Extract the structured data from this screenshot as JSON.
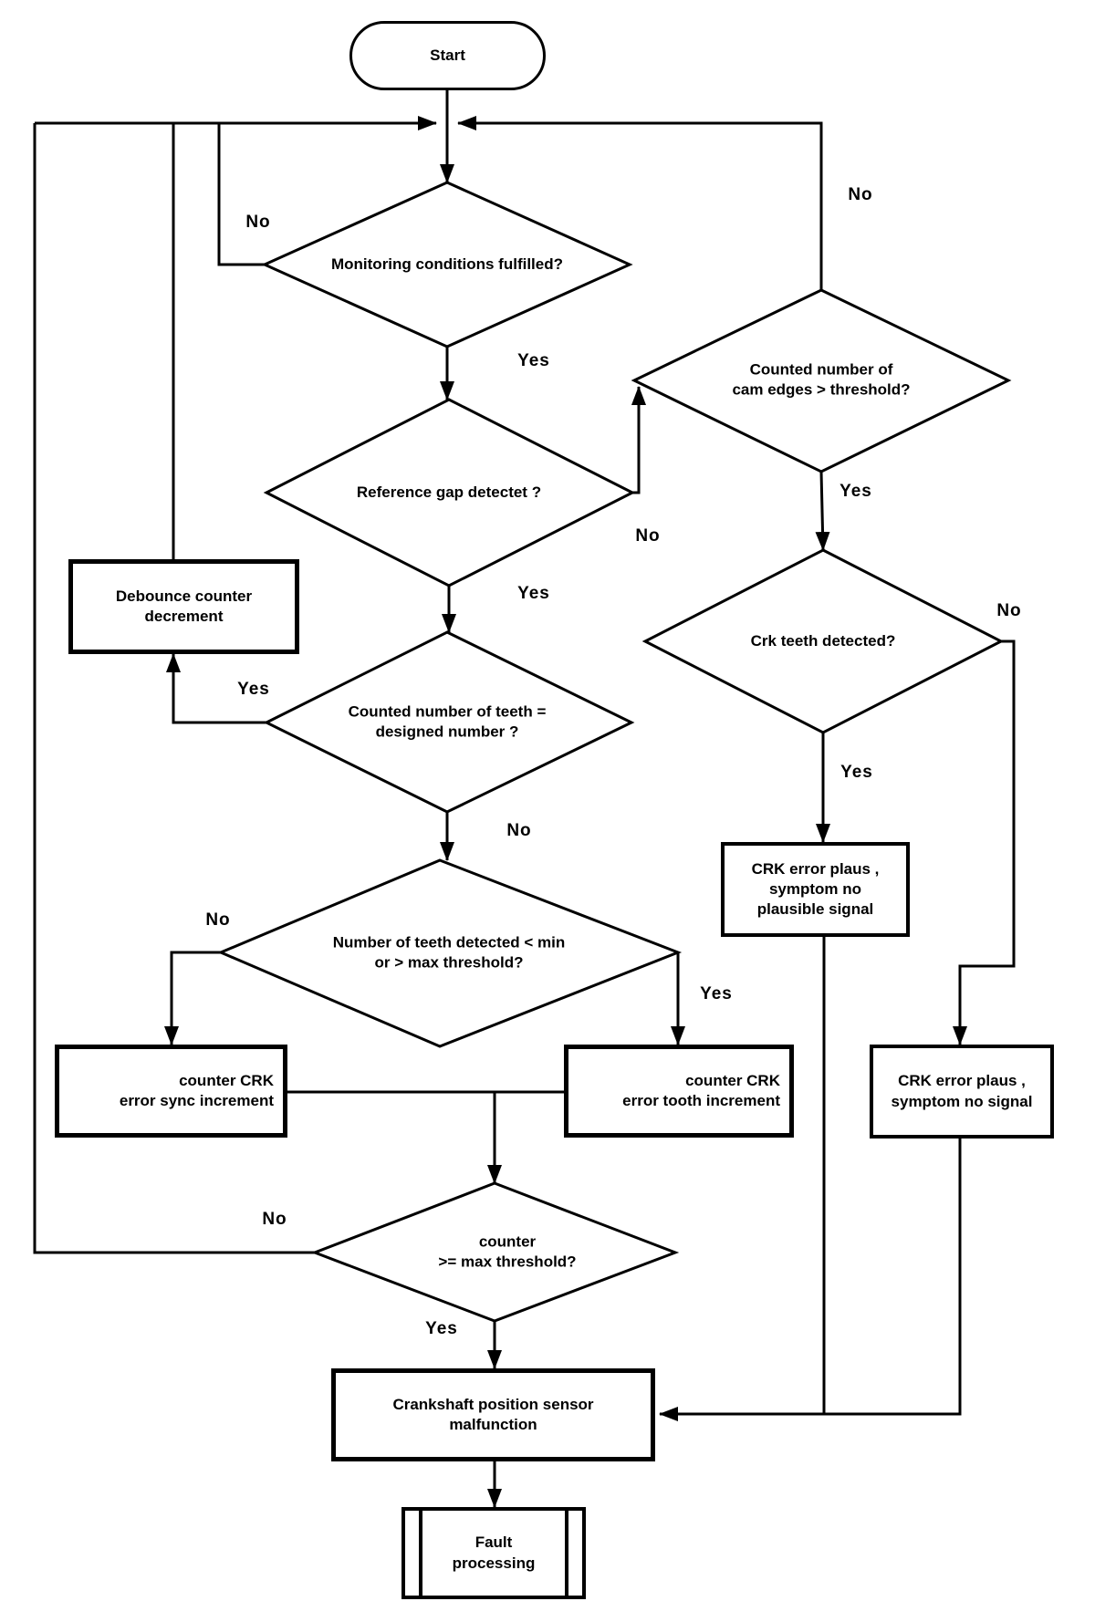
{
  "flowchart": {
    "start": "Start",
    "decisions": {
      "monitoring": "Monitoring conditions fulfilled?",
      "reference_gap": "Reference gap detectet ?",
      "teeth_count": "Counted number of teeth =\ndesigned number ?",
      "teeth_minmax": "Number of teeth detected < min\nor > max threshold?",
      "counter_max": "counter\n>= max threshold?",
      "cam_edges": "Counted number of\ncam edges > threshold?",
      "crk_teeth": "Crk teeth detected?"
    },
    "processes": {
      "debounce": "Debounce counter\ndecrement",
      "sync_increment": "counter CRK\nerror sync increment",
      "tooth_increment": "counter CRK\nerror tooth increment",
      "error_plausible": "CRK error plaus ,\nsymptom no\nplausible signal",
      "error_no_signal": "CRK error plaus ,\nsymptom no signal",
      "malfunction": "Crankshaft position sensor\nmalfunction",
      "fault_processing": "Fault\nprocessing"
    },
    "edge_labels": {
      "monitoring_no": "No",
      "monitoring_yes": "Yes",
      "reference_yes": "Yes",
      "reference_no": "No",
      "teeth_count_yes": "Yes",
      "teeth_count_no": "No",
      "minmax_no": "No",
      "minmax_yes": "Yes",
      "counter_no": "No",
      "counter_yes": "Yes",
      "cam_no": "No",
      "cam_yes": "Yes",
      "crk_yes": "Yes",
      "crk_no": "No"
    },
    "colors": {
      "line": "#000000",
      "background": "#ffffff"
    }
  }
}
